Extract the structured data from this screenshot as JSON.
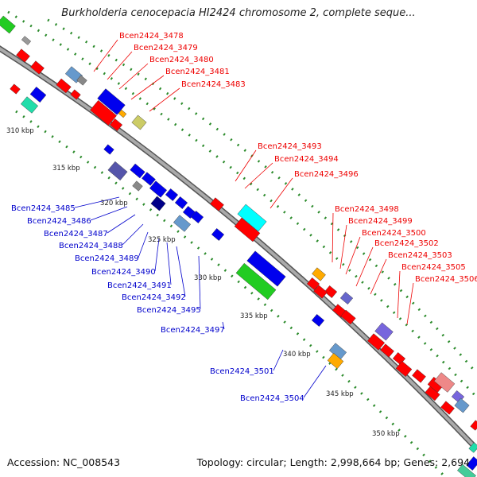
{
  "title": "Burkholderia cenocepacia HI2424 chromosome 2, complete seque...",
  "accession_label": "Accession: NC_008543",
  "topology_label": "Topology: circular; Length: 2,998,664 bp; Genes: 2,694",
  "colors": {
    "forward_gene": "#ff0000",
    "reverse_gene": "#0000ee",
    "backbone": "#888888",
    "tick_dots": "#2a8a2a"
  },
  "scale_ticks": [
    "310 kbp",
    "315 kbp",
    "320 kbp",
    "325 kbp",
    "330 kbp",
    "335 kbp",
    "340 kbp",
    "345 kbp",
    "350 kbp"
  ],
  "forward_labels": [
    "Bcen2424_3478",
    "Bcen2424_3479",
    "Bcen2424_3480",
    "Bcen2424_3481",
    "Bcen2424_3483",
    "Bcen2424_3493",
    "Bcen2424_3494",
    "Bcen2424_3496",
    "Bcen2424_3498",
    "Bcen2424_3499",
    "Bcen2424_3500",
    "Bcen2424_3502",
    "Bcen2424_3503",
    "Bcen2424_3505",
    "Bcen2424_3506"
  ],
  "reverse_labels": [
    "Bcen2424_3485",
    "Bcen2424_3486",
    "Bcen2424_3487",
    "Bcen2424_3488",
    "Bcen2424_3489",
    "Bcen2424_3490",
    "Bcen2424_3491",
    "Bcen2424_3492",
    "Bcen2424_3495",
    "Bcen2424_3497",
    "Bcen2424_3501",
    "Bcen2424_3504"
  ]
}
